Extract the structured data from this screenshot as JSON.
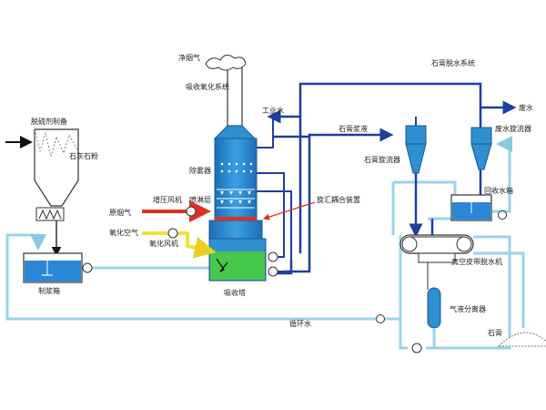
{
  "colors": {
    "water_line": "#9bd3ea",
    "slurry_line": "#1d3fa0",
    "flue_gas_line": "#e03022",
    "oxidation_air_line": "#f0e23a",
    "tower_body": "#2f8fd0",
    "tower_sump": "#47c84a",
    "tank_water": "#2a86d6",
    "stack_outline": "#333333"
  },
  "labels": {
    "clean_gas": "净烟气",
    "absorption_oxidation_system": "吸收氧化系统",
    "gypsum_dewatering_system": "石膏脱水系统",
    "desulfurizer_preparation": "脱硫剂制备",
    "limestone_powder": "石灰石粉",
    "slurry_tank": "制浆箱",
    "industrial_water": "工业水",
    "gypsum_slurry": "石膏浆液",
    "demister": "除雾器",
    "booster_fan": "增压风机",
    "spray_layer": "喷淋层",
    "raw_flue_gas": "原烟气",
    "swirl_coupling_device": "旋汇耦合装置",
    "oxidation_air": "氧化空气",
    "oxidation_fan": "氧化风机",
    "absorber": "吸收塔",
    "gypsum_cyclone": "石膏旋流器",
    "wastewater": "废水",
    "wastewater_cyclone": "废水旋流器",
    "recovery_tank": "回收水箱",
    "vacuum_belt_filter": "真空皮带脱水机",
    "gas_liquid_separator": "气液分离器",
    "gypsum": "石膏",
    "circulating_water": "循环水"
  }
}
